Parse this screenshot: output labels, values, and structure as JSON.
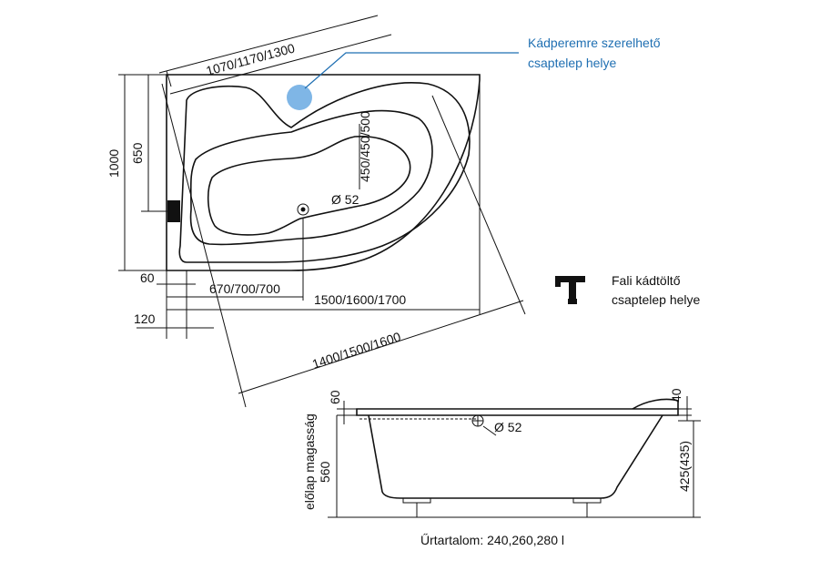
{
  "colors": {
    "line": "#111111",
    "accent_blue": "#1f6fb2",
    "faucet_dot": "#7fb6e6"
  },
  "icons": {
    "deck_faucet": "blue-circle-icon",
    "wall_faucet": "wall-faucet-icon"
  },
  "plan": {
    "diag_top": "1070/1170/1300",
    "height_total": "1000",
    "height_650": "650",
    "depth_450": "450/450/500",
    "drain_top": "Ø 52",
    "dim_60": "60",
    "dim_670": "670/700/700",
    "dim_1500": "1500/1600/1700",
    "dim_120": "120",
    "diag_bottom": "1400/1500/1600"
  },
  "notes": {
    "deck_faucet_line1": "Kádperemre szerelhető",
    "deck_faucet_line2": "csaptelep helye",
    "wall_faucet_line1": "Fali kádtöltő",
    "wall_faucet_line2": "csaptelep helye"
  },
  "side": {
    "dim_60": "60",
    "dim_40": "40",
    "drain": "Ø 52",
    "front_panel_label": "előlap magasság",
    "dim_560": "560",
    "dim_425": "425(435)",
    "capacity": "Űrtartalom: 240,260,280 l"
  }
}
